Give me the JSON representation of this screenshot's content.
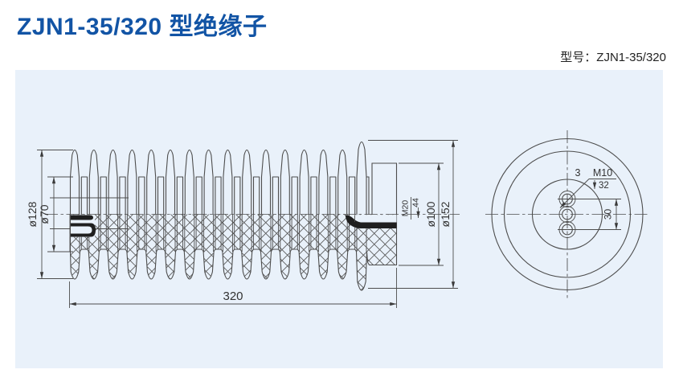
{
  "header": {
    "title": "ZJN1-35/320 型绝缘子",
    "model_label": "型号：ZJN1-35/320"
  },
  "side_view": {
    "dia_128": "ø128",
    "dia_70": "ø70",
    "dia_100": "ø100",
    "dia_152": "ø152",
    "length": "320",
    "thread": "M20",
    "thread_depth": "44"
  },
  "end_view": {
    "hole_count": "3",
    "hole_thread": "M10",
    "hole_depth": "32",
    "hole_spacing": "30"
  }
}
